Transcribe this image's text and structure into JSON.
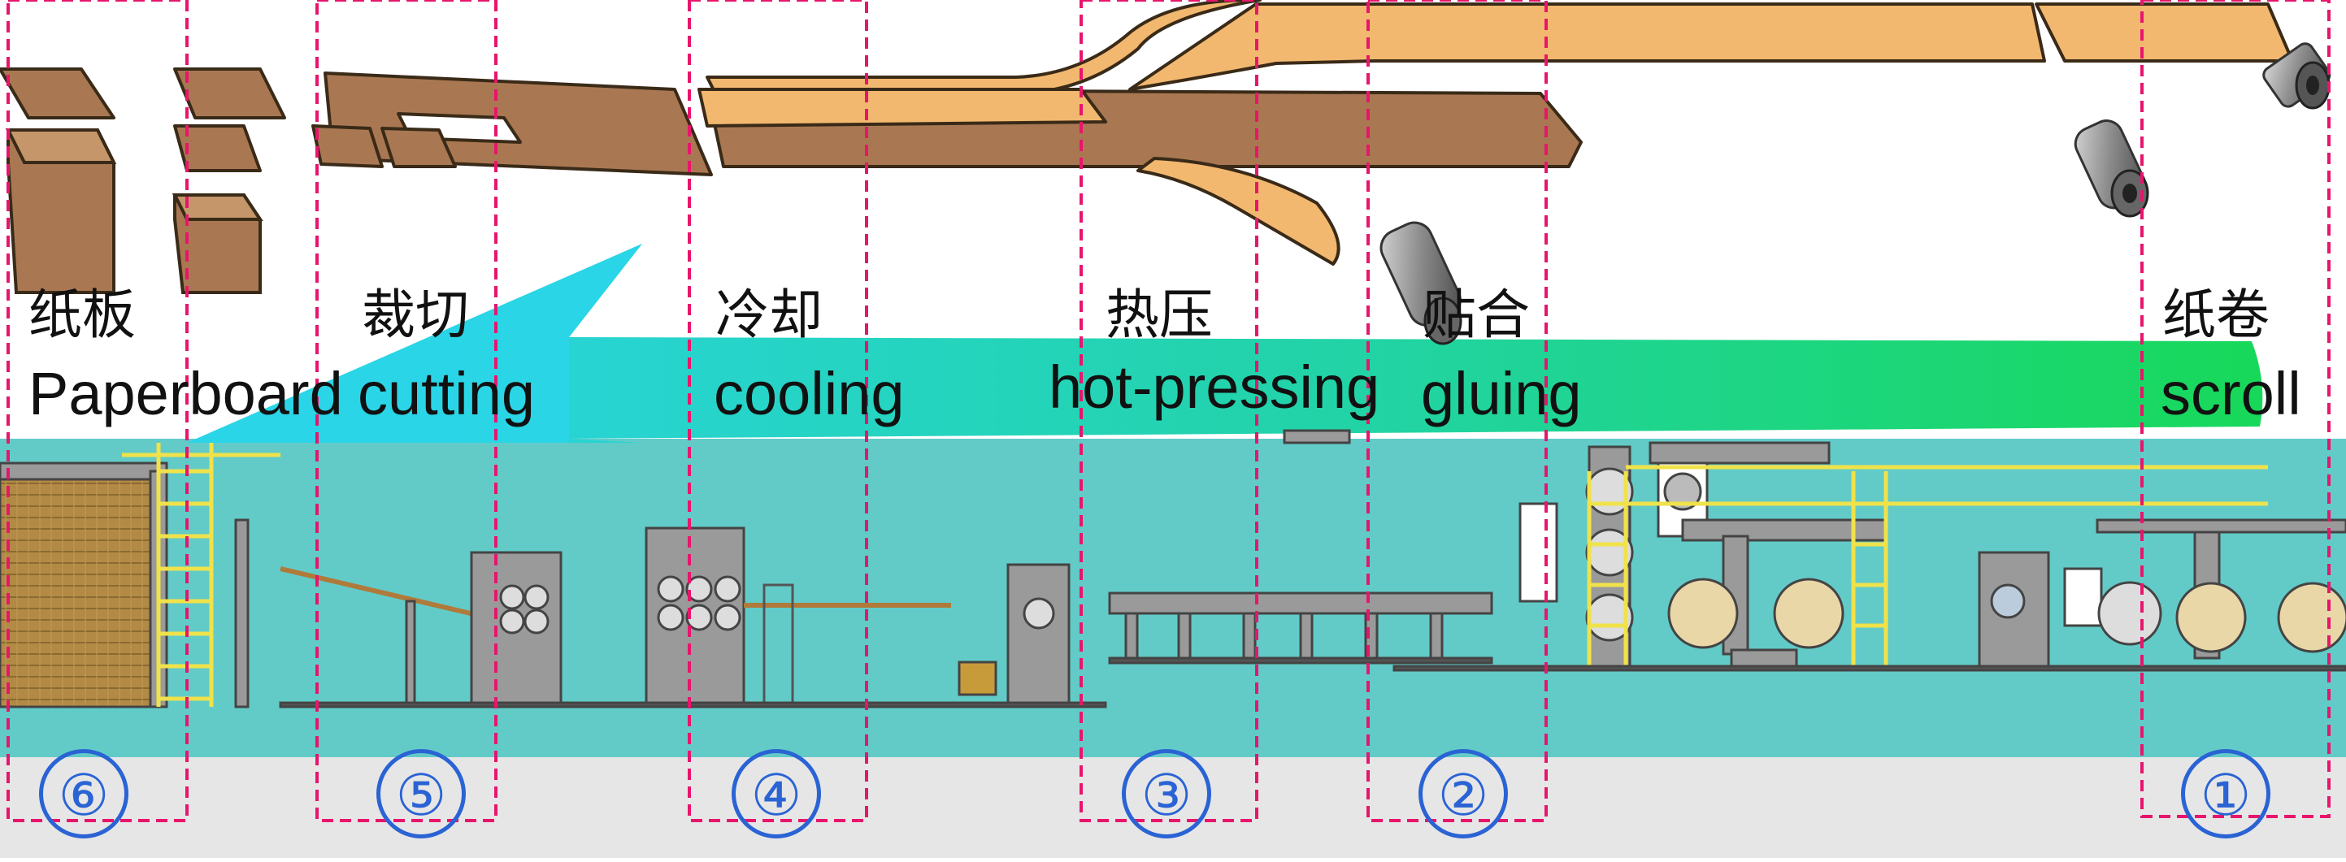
{
  "stages": [
    {
      "id": 1,
      "zh": "纸卷",
      "en": "scroll",
      "number": "①"
    },
    {
      "id": 2,
      "zh": "贴合",
      "en": "gluing",
      "number": "②"
    },
    {
      "id": 3,
      "zh": "热压",
      "en": "hot-pressing",
      "number": "③"
    },
    {
      "id": 4,
      "zh": "冷却",
      "en": "cooling",
      "number": "④"
    },
    {
      "id": 5,
      "zh": "裁切",
      "en": "cutting",
      "number": "⑤"
    },
    {
      "id": 6,
      "zh": "纸板",
      "en": "Paperboard",
      "number": "⑥"
    }
  ],
  "colors": {
    "paper_light": "#f2b86f",
    "paper_dark": "#a97852",
    "arrow_start": "#2ad5e8",
    "arrow_end": "#18d85a",
    "machine_bg": "#62cbc8",
    "bottom_band": "#e6e6e6",
    "guide_line": "#e8156c",
    "number_circle": "#2a63d4"
  }
}
